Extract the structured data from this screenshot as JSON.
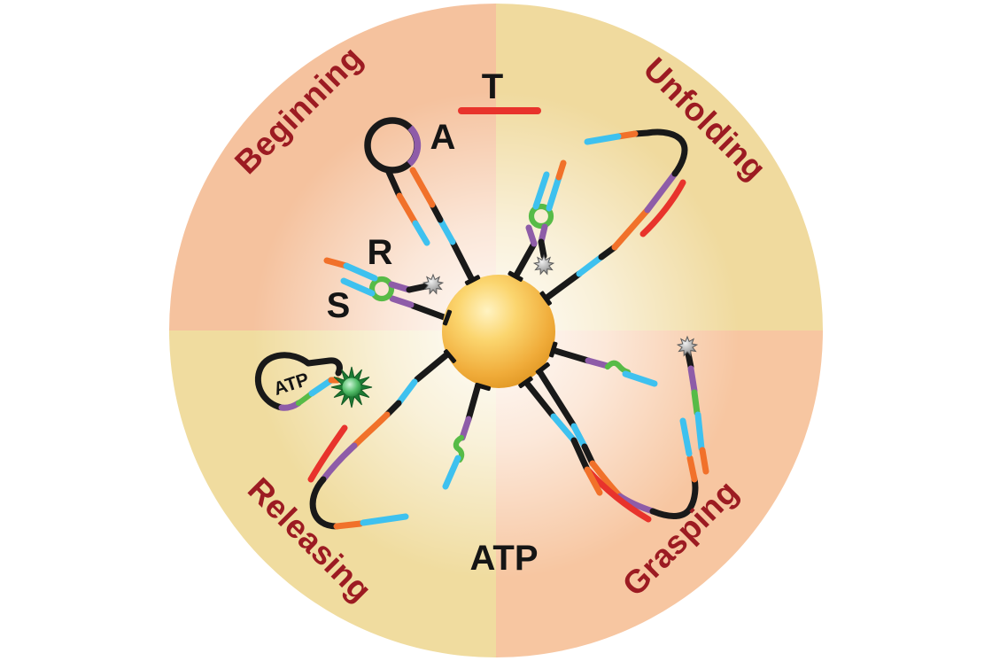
{
  "stages": {
    "top_left": "Beginning",
    "top_right": "Unfolding",
    "bottom_right": "Grasping",
    "bottom_left": "Releasing"
  },
  "labels": {
    "target": "T",
    "aptamer": "A",
    "reporter": "R",
    "signal": "S",
    "atp_in_loop": "ATP",
    "atp_bottom": "ATP"
  },
  "colors": {
    "stage_text": "#9C1B22",
    "label_text": "#151515",
    "strand_black": "#191919",
    "strand_orange": "#F1712A",
    "strand_cyan": "#3EC1EF",
    "strand_purple": "#8E5CA8",
    "strand_green": "#57BB47",
    "target_red": "#E8332C",
    "quadrant_peach": "#F5C29E",
    "quadrant_khaki": "#F0DA9E",
    "nanoparticle_gold": "#F3B945",
    "fluorophore_green": "#2E9E4F",
    "quencher_gray": "#A8A8A8"
  }
}
